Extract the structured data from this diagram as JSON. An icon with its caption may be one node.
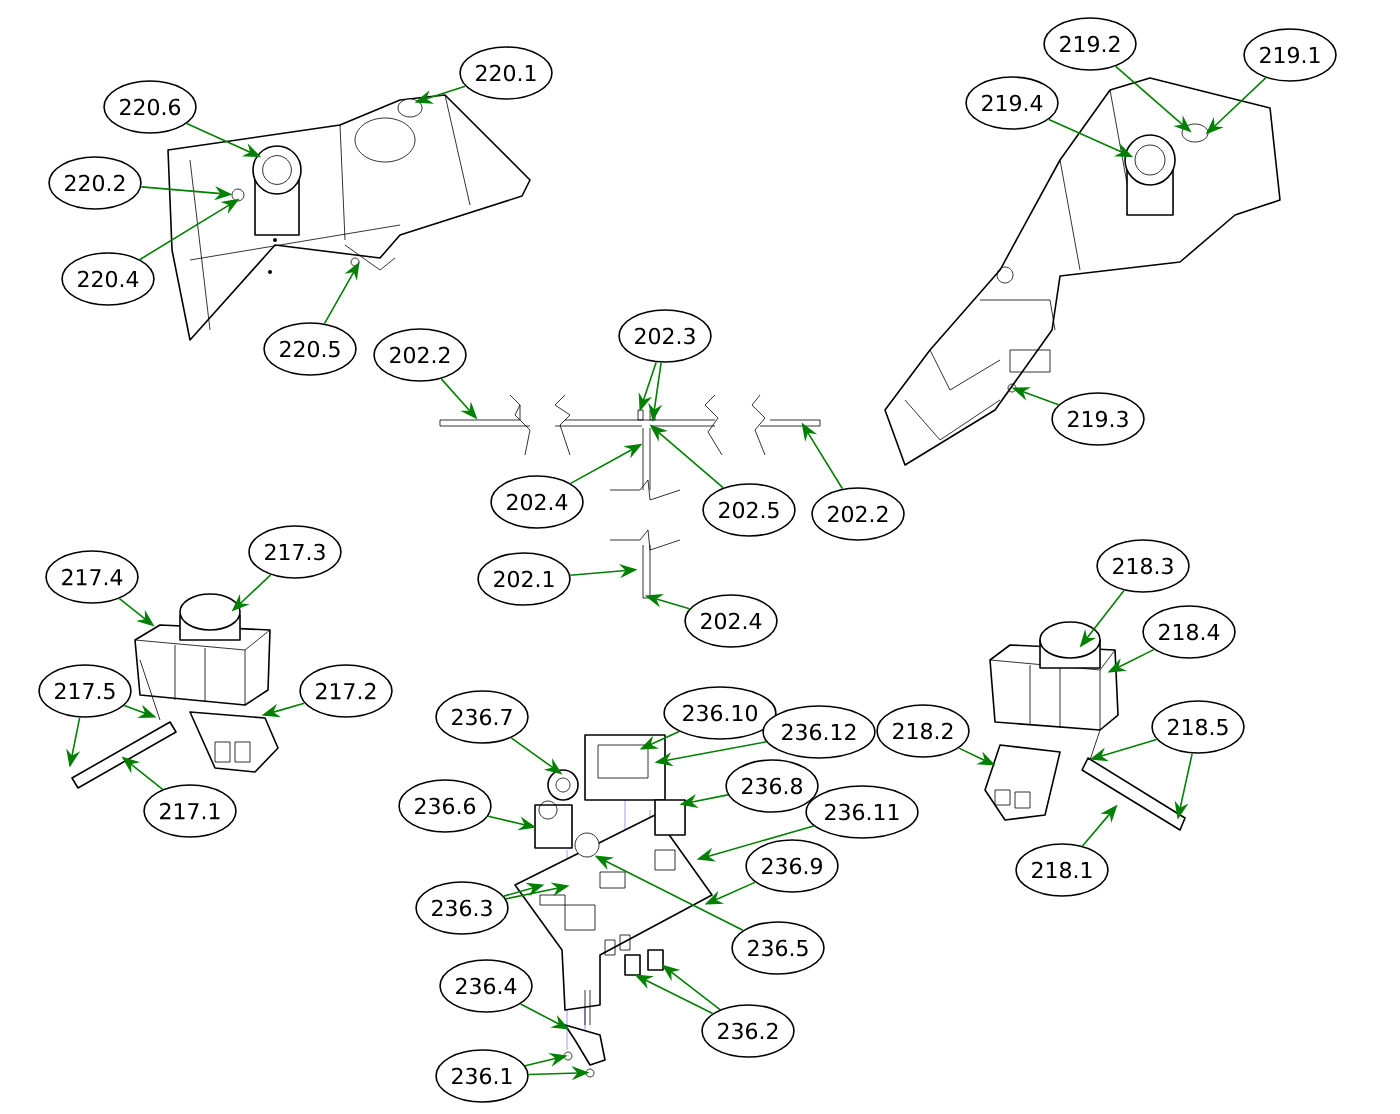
{
  "diagram": {
    "nodes": [
      {
        "text": [
          "220.1"
        ]
      },
      {
        "text": [
          "220.6"
        ]
      },
      {
        "text": [
          "220.2"
        ]
      },
      {
        "text": [
          "220.4"
        ]
      },
      {
        "text": [
          "220.5"
        ]
      },
      {
        "text": [
          "219.2"
        ]
      },
      {
        "text": [
          "219.1"
        ]
      },
      {
        "text": [
          "219.4"
        ]
      },
      {
        "text": [
          "219.3"
        ]
      },
      {
        "text": [
          "202.2"
        ]
      },
      {
        "text": [
          "202.3"
        ]
      },
      {
        "text": [
          "202.4"
        ]
      },
      {
        "text": [
          "202.5"
        ]
      },
      {
        "text": [
          "202.2"
        ]
      },
      {
        "text": [
          "202.1"
        ]
      },
      {
        "text": [
          "202.4"
        ]
      },
      {
        "text": [
          "217.4"
        ]
      },
      {
        "text": [
          "217.3"
        ]
      },
      {
        "text": [
          "217.5"
        ]
      },
      {
        "text": [
          "217.2"
        ]
      },
      {
        "text": [
          "217.1"
        ]
      },
      {
        "text": [
          "218.3"
        ]
      },
      {
        "text": [
          "218.4"
        ]
      },
      {
        "text": [
          "218.2"
        ]
      },
      {
        "text": [
          "218.5"
        ]
      },
      {
        "text": [
          "218.1"
        ]
      },
      {
        "text": [
          "236.7"
        ]
      },
      {
        "text": [
          "236.10"
        ]
      },
      {
        "text": [
          "236.12"
        ]
      },
      {
        "text": [
          "236.6"
        ]
      },
      {
        "text": [
          "236.8"
        ]
      },
      {
        "text": [
          "236.11"
        ]
      },
      {
        "text": [
          "236.9"
        ]
      },
      {
        "text": [
          "236.3"
        ]
      },
      {
        "text": [
          "236.5"
        ]
      },
      {
        "text": [
          "236.4"
        ]
      },
      {
        "text": [
          "236.2"
        ]
      },
      {
        "text": [
          "236.1"
        ]
      },
      {
        "text": [],
        "shape": "picture"
      },
      {
        "text": [],
        "shape": "cylinder",
        "in": 38
      },
      {
        "text": [],
        "shape": "picture"
      },
      {
        "text": [],
        "shape": "cylinder",
        "in": 40
      },
      {
        "text": [],
        "shape": "picture"
      },
      {
        "text": [],
        "shape": "picture"
      },
      {
        "text": [],
        "shape": "picture"
      },
      {
        "text": [],
        "shape": "picture"
      },
      {
        "text": [],
        "shape": "picture"
      }
    ],
    "edges": [
      {
        "from": 0,
        "to": 38,
        "arrow": "to"
      },
      {
        "from": 1,
        "to": 39,
        "arrow": "to"
      },
      {
        "from": 2,
        "to": 38,
        "arrow": "to"
      },
      {
        "from": 3,
        "to": 38,
        "arrow": "to"
      },
      {
        "from": 4,
        "to": 38,
        "arrow": "to"
      },
      {
        "from": 5,
        "to": 40,
        "arrow": "to"
      },
      {
        "from": 6,
        "to": 40,
        "arrow": "to"
      },
      {
        "from": 7,
        "to": 41,
        "arrow": "to"
      },
      {
        "from": 8,
        "to": 40,
        "arrow": "to"
      },
      {
        "from": 9,
        "to": 42,
        "arrow": "to"
      },
      {
        "from": 10,
        "to": 42,
        "arrow": "to"
      },
      {
        "from": 10,
        "to": 42,
        "arrow": "to"
      },
      {
        "from": 11,
        "to": 46,
        "arrow": "to"
      },
      {
        "from": 12,
        "to": 42,
        "arrow": "to"
      },
      {
        "from": 13,
        "to": 42,
        "arrow": "to"
      },
      {
        "from": 14,
        "to": 46,
        "arrow": "to"
      },
      {
        "from": 15,
        "to": 46,
        "arrow": "to"
      },
      {
        "from": 16,
        "to": 43,
        "arrow": "to"
      },
      {
        "from": 17,
        "to": 43,
        "arrow": "to"
      },
      {
        "from": 18,
        "to": 43,
        "arrow": "to"
      },
      {
        "from": 18,
        "to": 43,
        "arrow": "to"
      },
      {
        "from": 19,
        "to": 43,
        "arrow": "to"
      },
      {
        "from": 20,
        "to": 43,
        "arrow": "to"
      },
      {
        "from": 21,
        "to": 44,
        "arrow": "to"
      },
      {
        "from": 22,
        "to": 44,
        "arrow": "to"
      },
      {
        "from": 23,
        "to": 44,
        "arrow": "to"
      },
      {
        "from": 24,
        "to": 44,
        "arrow": "to"
      },
      {
        "from": 24,
        "to": 44,
        "arrow": "to"
      },
      {
        "from": 25,
        "to": 44,
        "arrow": "to"
      },
      {
        "from": 26,
        "to": 45,
        "arrow": "to"
      },
      {
        "from": 27,
        "to": 45,
        "arrow": "to"
      },
      {
        "from": 28,
        "to": 45,
        "arrow": "to"
      },
      {
        "from": 29,
        "to": 45,
        "arrow": "to"
      },
      {
        "from": 30,
        "to": 45,
        "arrow": "to"
      },
      {
        "from": 31,
        "to": 45,
        "arrow": "to"
      },
      {
        "from": 32,
        "to": 45,
        "arrow": "to"
      },
      {
        "from": 33,
        "to": 45,
        "arrow": "to"
      },
      {
        "from": 33,
        "to": 45,
        "arrow": "to"
      },
      {
        "from": 34,
        "to": 45,
        "arrow": "to"
      },
      {
        "from": 35,
        "to": 45,
        "arrow": "to"
      },
      {
        "from": 36,
        "to": 45,
        "arrow": "to"
      },
      {
        "from": 36,
        "to": 45,
        "arrow": "to"
      },
      {
        "from": 37,
        "to": 45,
        "arrow": "to"
      },
      {
        "from": 37,
        "to": 45,
        "arrow": "to"
      }
    ]
  }
}
